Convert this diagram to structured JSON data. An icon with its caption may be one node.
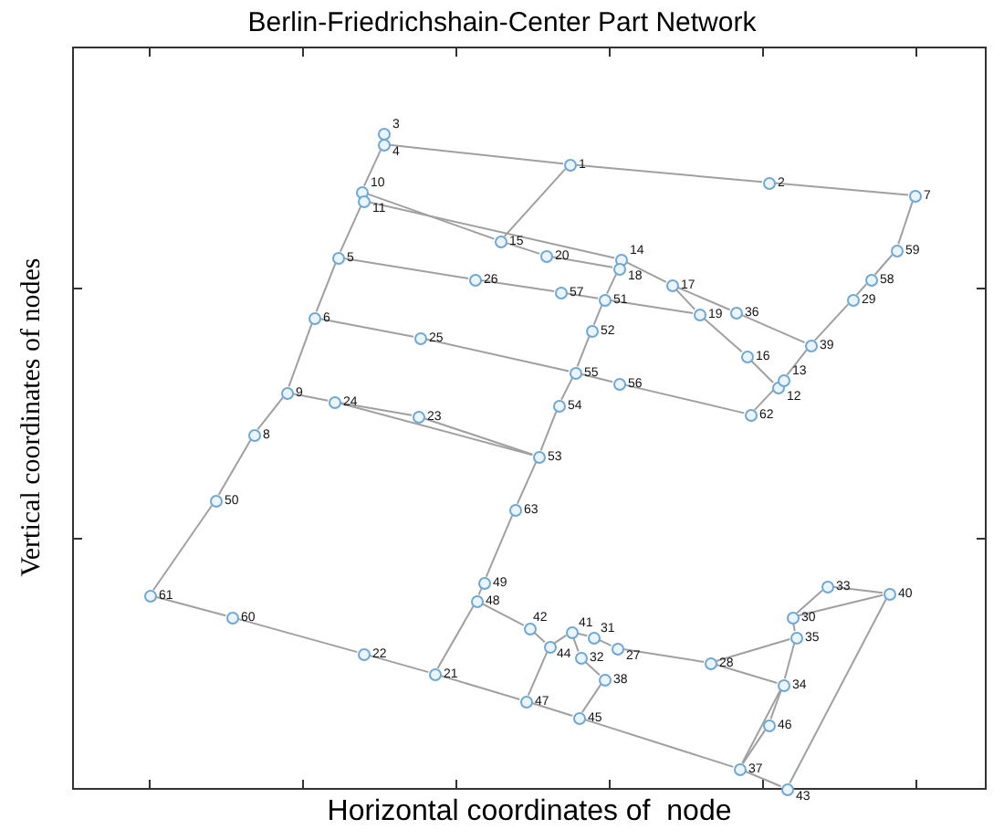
{
  "diagram": {
    "title": "Berlin-Friedrichshain-Center Part Network",
    "nodes": [
      {
        "text": [
          "1"
        ]
      },
      {
        "text": [
          "2"
        ]
      },
      {
        "text": [
          "3"
        ]
      },
      {
        "text": [
          "4"
        ]
      },
      {
        "text": [
          "5"
        ]
      },
      {
        "text": [
          "6"
        ]
      },
      {
        "text": [
          "7"
        ]
      },
      {
        "text": [
          "8"
        ]
      },
      {
        "text": [
          "9"
        ]
      },
      {
        "text": [
          "10"
        ]
      },
      {
        "text": [
          "11"
        ]
      },
      {
        "text": [
          "12"
        ]
      },
      {
        "text": [
          "13"
        ]
      },
      {
        "text": [
          "14"
        ]
      },
      {
        "text": [
          "15"
        ]
      },
      {
        "text": [
          "16"
        ]
      },
      {
        "text": [
          "17"
        ]
      },
      {
        "text": [
          "18"
        ]
      },
      {
        "text": [
          "19"
        ]
      },
      {
        "text": [
          "20"
        ]
      },
      {
        "text": [
          "21"
        ]
      },
      {
        "text": [
          "22"
        ]
      },
      {
        "text": [
          "23"
        ]
      },
      {
        "text": [
          "24"
        ]
      },
      {
        "text": [
          "25"
        ]
      },
      {
        "text": [
          "26"
        ]
      },
      {
        "text": [
          "27"
        ]
      },
      {
        "text": [
          "28"
        ]
      },
      {
        "text": [
          "29"
        ]
      },
      {
        "text": [
          "30"
        ]
      },
      {
        "text": [
          "31"
        ]
      },
      {
        "text": [
          "32"
        ]
      },
      {
        "text": [
          "33"
        ]
      },
      {
        "text": [
          "34"
        ]
      },
      {
        "text": [
          "35"
        ]
      },
      {
        "text": [
          "36"
        ]
      },
      {
        "text": [
          "37"
        ]
      },
      {
        "text": [
          "38"
        ]
      },
      {
        "text": [
          "39"
        ]
      },
      {
        "text": [
          "40"
        ]
      },
      {
        "text": [
          "41"
        ]
      },
      {
        "text": [
          "42"
        ]
      },
      {
        "text": [
          "43"
        ]
      },
      {
        "text": [
          "44"
        ]
      },
      {
        "text": [
          "45"
        ]
      },
      {
        "text": [
          "46"
        ]
      },
      {
        "text": [
          "47"
        ]
      },
      {
        "text": [
          "48"
        ]
      },
      {
        "text": [
          "49"
        ]
      },
      {
        "text": [
          "50"
        ]
      },
      {
        "text": [
          "51"
        ]
      },
      {
        "text": [
          "52"
        ]
      },
      {
        "text": [
          "53"
        ]
      },
      {
        "text": [
          "54"
        ]
      },
      {
        "text": [
          "55"
        ]
      },
      {
        "text": [
          "56"
        ]
      },
      {
        "text": [
          "57"
        ]
      },
      {
        "text": [
          "58"
        ]
      },
      {
        "text": [
          "59"
        ]
      },
      {
        "text": [
          "60"
        ]
      },
      {
        "text": [
          "61"
        ]
      },
      {
        "text": [
          "62"
        ]
      },
      {
        "text": [
          "63"
        ]
      }
    ],
    "edges": [
      {
        "from": 3,
        "to": 0,
        "arrow": "none"
      },
      {
        "from": 0,
        "to": 1,
        "arrow": "none"
      },
      {
        "from": 1,
        "to": 6,
        "arrow": "none"
      },
      {
        "from": 0,
        "to": 14,
        "arrow": "none"
      },
      {
        "from": 6,
        "to": 58,
        "arrow": "none"
      },
      {
        "from": 58,
        "to": 57,
        "arrow": "none"
      },
      {
        "from": 57,
        "to": 28,
        "arrow": "none"
      },
      {
        "from": 28,
        "to": 38,
        "arrow": "none"
      },
      {
        "from": 38,
        "to": 12,
        "arrow": "none"
      },
      {
        "from": 61,
        "to": 12,
        "arrow": "none"
      },
      {
        "from": 3,
        "to": 9,
        "arrow": "none"
      },
      {
        "from": 10,
        "to": 4,
        "arrow": "none"
      },
      {
        "from": 4,
        "to": 5,
        "arrow": "none"
      },
      {
        "from": 5,
        "to": 8,
        "arrow": "none"
      },
      {
        "from": 8,
        "to": 7,
        "arrow": "none"
      },
      {
        "from": 7,
        "to": 49,
        "arrow": "none"
      },
      {
        "from": 49,
        "to": 60,
        "arrow": "none"
      },
      {
        "from": 9,
        "to": 14,
        "arrow": "none"
      },
      {
        "from": 10,
        "to": 13,
        "arrow": "none"
      },
      {
        "from": 14,
        "to": 19,
        "arrow": "none"
      },
      {
        "from": 19,
        "to": 17,
        "arrow": "none"
      },
      {
        "from": 13,
        "to": 16,
        "arrow": "none"
      },
      {
        "from": 16,
        "to": 35,
        "arrow": "none"
      },
      {
        "from": 35,
        "to": 38,
        "arrow": "none"
      },
      {
        "from": 16,
        "to": 18,
        "arrow": "none"
      },
      {
        "from": 18,
        "to": 15,
        "arrow": "none"
      },
      {
        "from": 15,
        "to": 11,
        "arrow": "none"
      },
      {
        "from": 17,
        "to": 50,
        "arrow": "none"
      },
      {
        "from": 50,
        "to": 51,
        "arrow": "none"
      },
      {
        "from": 51,
        "to": 54,
        "arrow": "none"
      },
      {
        "from": 54,
        "to": 53,
        "arrow": "none"
      },
      {
        "from": 53,
        "to": 52,
        "arrow": "none"
      },
      {
        "from": 52,
        "to": 62,
        "arrow": "none"
      },
      {
        "from": 62,
        "to": 48,
        "arrow": "none"
      },
      {
        "from": 48,
        "to": 47,
        "arrow": "none"
      },
      {
        "from": 4,
        "to": 25,
        "arrow": "none"
      },
      {
        "from": 25,
        "to": 56,
        "arrow": "none"
      },
      {
        "from": 56,
        "to": 50,
        "arrow": "none"
      },
      {
        "from": 50,
        "to": 18,
        "arrow": "none"
      },
      {
        "from": 5,
        "to": 24,
        "arrow": "none"
      },
      {
        "from": 24,
        "to": 54,
        "arrow": "none"
      },
      {
        "from": 54,
        "to": 55,
        "arrow": "none"
      },
      {
        "from": 55,
        "to": 61,
        "arrow": "none"
      },
      {
        "from": 8,
        "to": 23,
        "arrow": "none"
      },
      {
        "from": 23,
        "to": 22,
        "arrow": "none"
      },
      {
        "from": 22,
        "to": 52,
        "arrow": "none"
      },
      {
        "from": 23,
        "to": 52,
        "arrow": "none"
      },
      {
        "from": 60,
        "to": 59,
        "arrow": "none"
      },
      {
        "from": 59,
        "to": 21,
        "arrow": "none"
      },
      {
        "from": 21,
        "to": 20,
        "arrow": "none"
      },
      {
        "from": 20,
        "to": 46,
        "arrow": "none"
      },
      {
        "from": 46,
        "to": 44,
        "arrow": "none"
      },
      {
        "from": 44,
        "to": 36,
        "arrow": "none"
      },
      {
        "from": 36,
        "to": 42,
        "arrow": "none"
      },
      {
        "from": 42,
        "to": 39,
        "arrow": "none"
      },
      {
        "from": 39,
        "to": 32,
        "arrow": "none"
      },
      {
        "from": 39,
        "to": 29,
        "arrow": "none"
      },
      {
        "from": 32,
        "to": 29,
        "arrow": "none"
      },
      {
        "from": 29,
        "to": 34,
        "arrow": "none"
      },
      {
        "from": 34,
        "to": 27,
        "arrow": "none"
      },
      {
        "from": 27,
        "to": 33,
        "arrow": "none"
      },
      {
        "from": 33,
        "to": 34,
        "arrow": "none"
      },
      {
        "from": 33,
        "to": 45,
        "arrow": "none"
      },
      {
        "from": 45,
        "to": 36,
        "arrow": "none"
      },
      {
        "from": 33,
        "to": 36,
        "arrow": "none"
      },
      {
        "from": 47,
        "to": 20,
        "arrow": "none"
      },
      {
        "from": 47,
        "to": 41,
        "arrow": "none"
      },
      {
        "from": 41,
        "to": 43,
        "arrow": "none"
      },
      {
        "from": 43,
        "to": 46,
        "arrow": "none"
      },
      {
        "from": 43,
        "to": 40,
        "arrow": "none"
      },
      {
        "from": 40,
        "to": 30,
        "arrow": "none"
      },
      {
        "from": 30,
        "to": 26,
        "arrow": "none"
      },
      {
        "from": 26,
        "to": 27,
        "arrow": "none"
      },
      {
        "from": 40,
        "to": 31,
        "arrow": "none"
      },
      {
        "from": 31,
        "to": 37,
        "arrow": "none"
      },
      {
        "from": 37,
        "to": 44,
        "arrow": "none"
      }
    ],
    "labels": [
      "Vertical coordinates of nodes",
      "Horizontal coordinates of  node"
    ]
  }
}
